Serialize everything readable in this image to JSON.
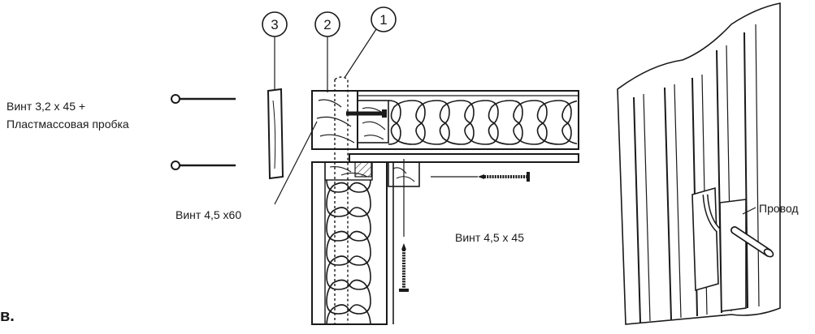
{
  "callouts": [
    "3",
    "2",
    "1"
  ],
  "labels": {
    "screw_plug_line1": "Винт 3,2 x 45 +",
    "screw_plug_line2": "Пластмассовая пробка",
    "screw_60": "Винт  4,5 x60",
    "screw_45": "Винт   4,5 x 45",
    "wire": "Провод"
  },
  "figure_letter": "в."
}
